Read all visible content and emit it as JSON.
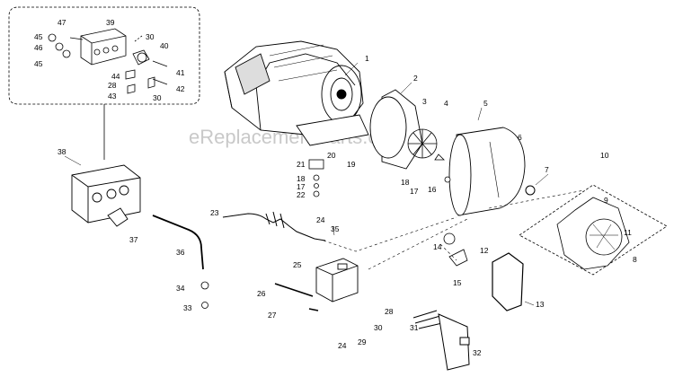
{
  "watermark": "eReplacementParts.com",
  "callouts": [
    "47",
    "39",
    "45",
    "46",
    "45",
    "30",
    "40",
    "41",
    "44",
    "28",
    "42",
    "43",
    "30",
    "1",
    "2",
    "3",
    "4",
    "5",
    "6",
    "7",
    "10",
    "9",
    "11",
    "8",
    "21",
    "20",
    "19",
    "18",
    "17",
    "16",
    "18",
    "17",
    "22",
    "38",
    "23",
    "24",
    "35",
    "14",
    "37",
    "36",
    "12",
    "13",
    "25",
    "26",
    "34",
    "33",
    "27",
    "15",
    "28",
    "30",
    "29",
    "24",
    "31",
    "32"
  ]
}
